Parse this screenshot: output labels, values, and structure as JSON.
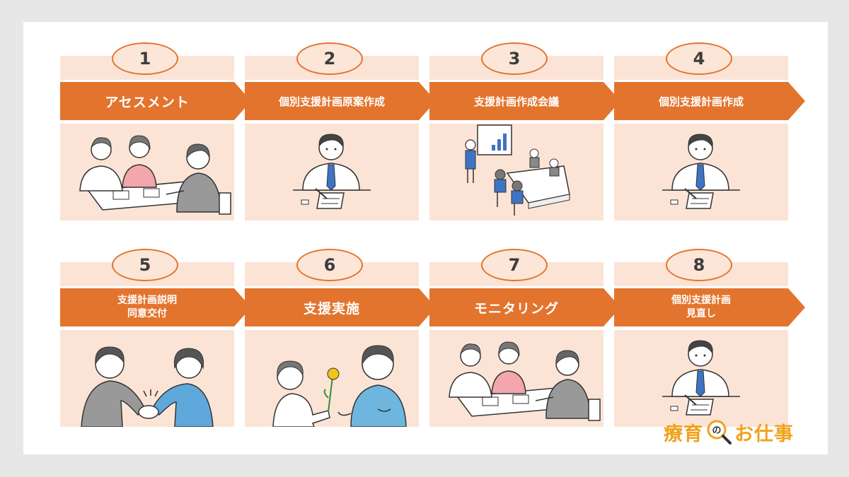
{
  "steps": [
    {
      "number": "1",
      "label": "アセスメント",
      "scene": "assessment-meeting"
    },
    {
      "number": "2",
      "label": "個別支援計画原案作成",
      "scene": "desk-writing"
    },
    {
      "number": "3",
      "label": "支援計画作成会議",
      "scene": "conference-presentation"
    },
    {
      "number": "4",
      "label": "個別支援計画作成",
      "scene": "desk-writing"
    },
    {
      "number": "5",
      "label": "支援計画説明\n同意交付",
      "scene": "handshake"
    },
    {
      "number": "6",
      "label": "支援実施",
      "scene": "giving-flower"
    },
    {
      "number": "7",
      "label": "モニタリング",
      "scene": "assessment-meeting"
    },
    {
      "number": "8",
      "label": "個別支援計画\n見直し",
      "scene": "desk-writing"
    }
  ],
  "logo": {
    "part1": "療育",
    "part2": "の",
    "part3": "お仕事"
  },
  "colors": {
    "accent": "#e3742e",
    "panel": "#fbe4d6",
    "logo": "#f0a21b",
    "background": "#e7e7e7"
  }
}
